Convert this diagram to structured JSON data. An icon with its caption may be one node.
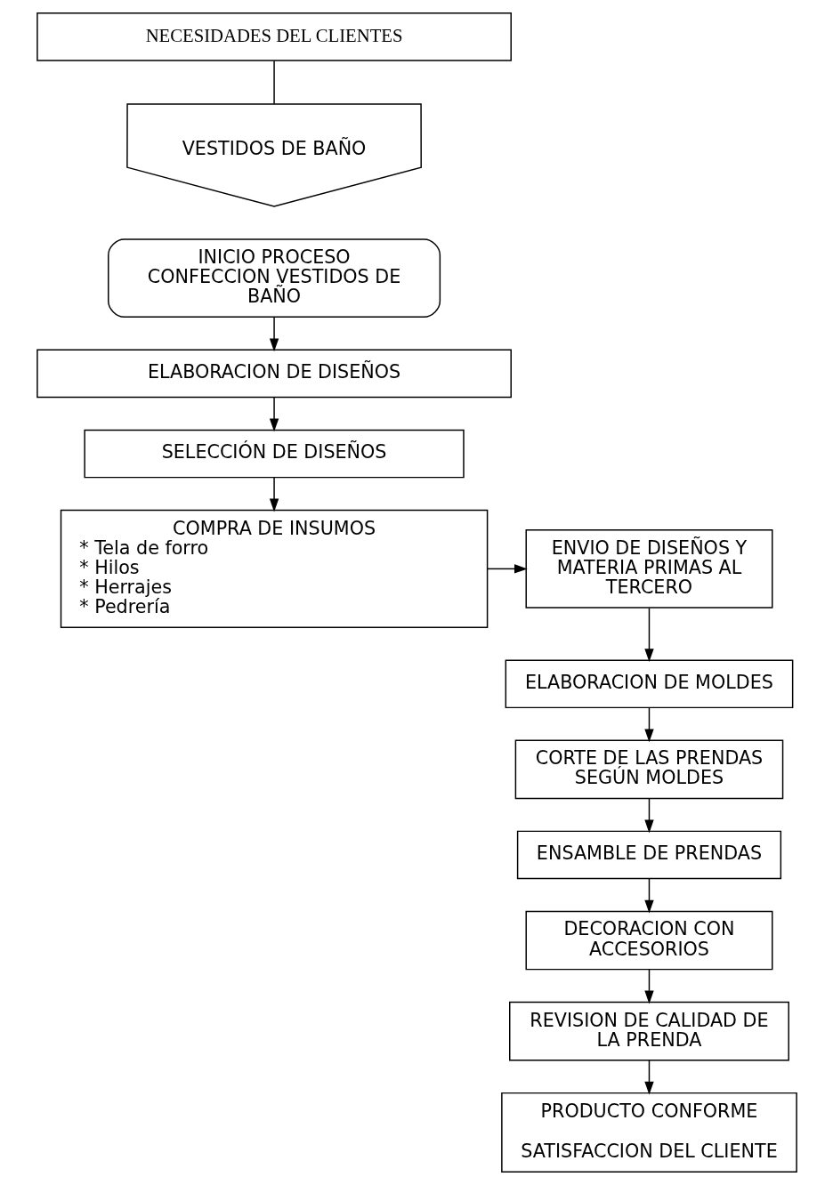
{
  "diagram": {
    "nodes": [
      {
        "text": [
          "NECESIDADES DEL CLIENTES"
        ]
      },
      {
        "text": [
          "VESTIDOS DE BAÑO"
        ]
      },
      {
        "text": [
          "INICIO PROCESO CONFECCION VESTIDOS DE BAÑO"
        ]
      },
      {
        "text": [
          "ELABORACION DE DISEÑOS"
        ]
      },
      {
        "text": [
          "SELECCIÓN DE DISEÑOS"
        ]
      },
      {
        "text": [
          "COMPRA DE INSUMOS",
          "* Tela de forro",
          "* Hilos",
          "* Herrajes",
          "* Pedrería"
        ]
      },
      {
        "text": [
          "ENVIO DE DISEÑOS Y MATERIA PRIMAS AL TERCERO"
        ]
      },
      {
        "text": [
          "ELABORACION DE MOLDES"
        ]
      },
      {
        "text": [
          "CORTE DE LAS PRENDAS SEGÚN MOLDES"
        ]
      },
      {
        "text": [
          "ENSAMBLE DE PRENDAS"
        ]
      },
      {
        "text": [
          "DECORACION CON ACCESORIOS"
        ]
      },
      {
        "text": [
          "REVISION DE CALIDAD DE LA PRENDA"
        ]
      },
      {
        "text": [
          "PRODUCTO CONFORME",
          "SATISFACCION DEL CLIENTE"
        ]
      }
    ],
    "edges": [
      {
        "from": 0,
        "to": 1,
        "arrow": "none"
      },
      {
        "from": 2,
        "to": 3,
        "arrow": "to"
      },
      {
        "from": 3,
        "to": 4,
        "arrow": "to"
      },
      {
        "from": 4,
        "to": 5,
        "arrow": "to"
      },
      {
        "from": 5,
        "to": 6,
        "arrow": "to"
      },
      {
        "from": 6,
        "to": 7,
        "arrow": "to"
      },
      {
        "from": 7,
        "to": 8,
        "arrow": "to"
      },
      {
        "from": 8,
        "to": 9,
        "arrow": "to"
      },
      {
        "from": 9,
        "to": 10,
        "arrow": "to"
      },
      {
        "from": 10,
        "to": 11,
        "arrow": "to"
      },
      {
        "from": 11,
        "to": 12,
        "arrow": "to"
      }
    ]
  }
}
